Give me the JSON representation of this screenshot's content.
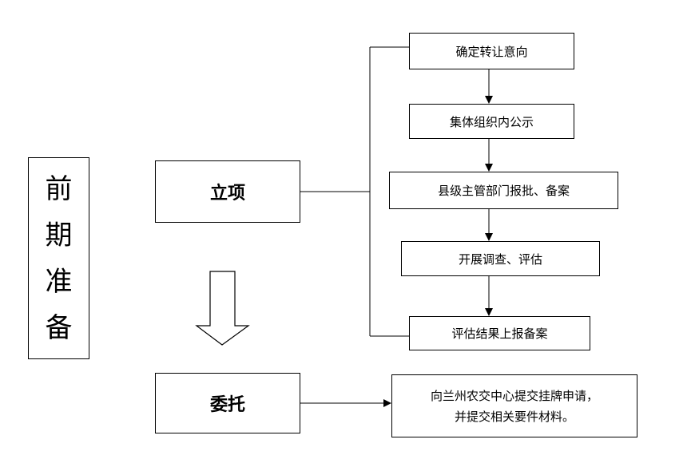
{
  "phase": {
    "chars": [
      "前",
      "期",
      "准",
      "备"
    ]
  },
  "stages": {
    "lixiang": "立项",
    "weituo": "委托"
  },
  "flow_steps": [
    "确定转让意向",
    "集体组织内公示",
    "县级主管部门报批、备案",
    "开展调查、评估",
    "评估结果上报备案"
  ],
  "result": {
    "line1": "向兰州农交中心提交挂牌申请，",
    "line2": "并提交相关要件材料。"
  }
}
